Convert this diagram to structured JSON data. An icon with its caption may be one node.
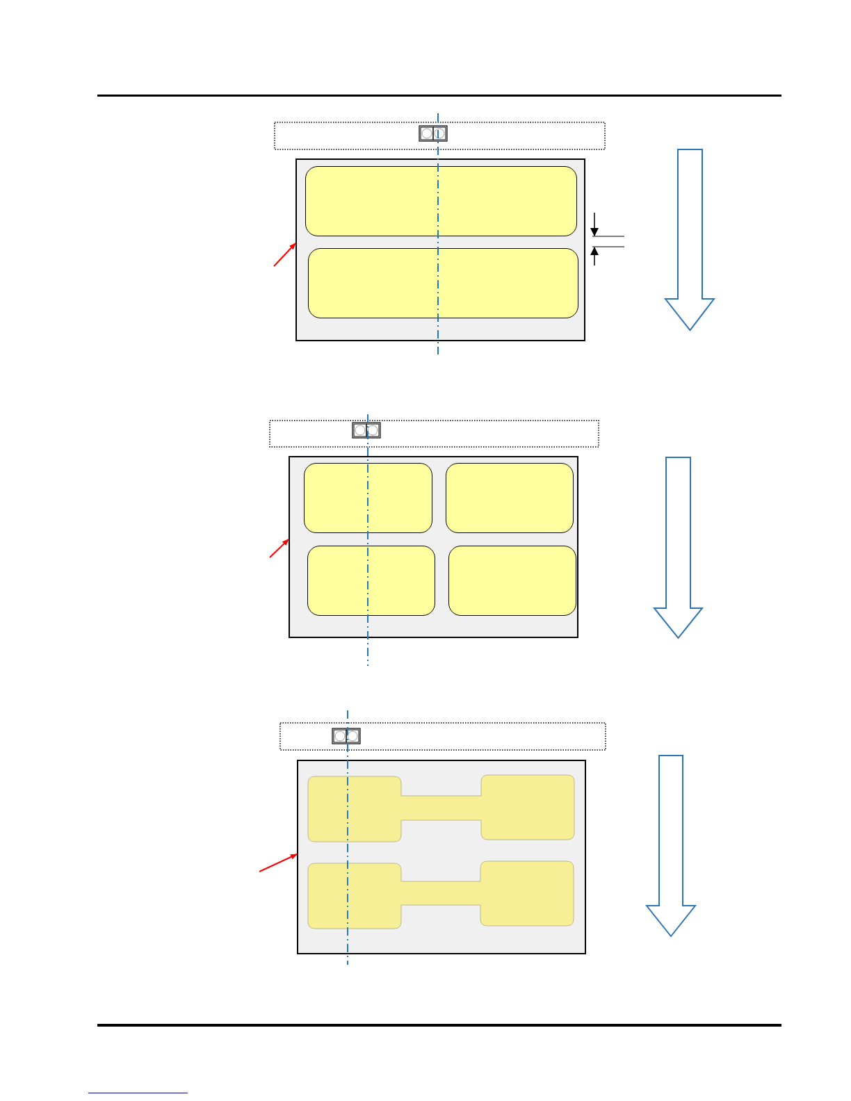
{
  "diagram": {
    "nodes": [
      {
        "text": [],
        "shape": "box"
      },
      {
        "text": [],
        "shape": "box",
        "in": 0
      },
      {
        "text": [],
        "shape": "box",
        "in": 0
      },
      {
        "text": [],
        "shape": "box"
      },
      {
        "text": [],
        "shape": "box",
        "in": 3
      },
      {
        "text": [],
        "shape": "box",
        "in": 3
      },
      {
        "text": [],
        "shape": "box",
        "in": 3
      },
      {
        "text": [],
        "shape": "box",
        "in": 3
      },
      {
        "text": [],
        "shape": "box"
      },
      {
        "text": [],
        "shape": "box",
        "in": 8
      },
      {
        "text": [],
        "shape": "box",
        "in": 8
      }
    ],
    "edges": [
      {
        "from": null,
        "to": 0,
        "arrow": "to"
      },
      {
        "from": null,
        "to": 3,
        "arrow": "to"
      },
      {
        "from": null,
        "to": 8,
        "arrow": "to"
      }
    ]
  }
}
